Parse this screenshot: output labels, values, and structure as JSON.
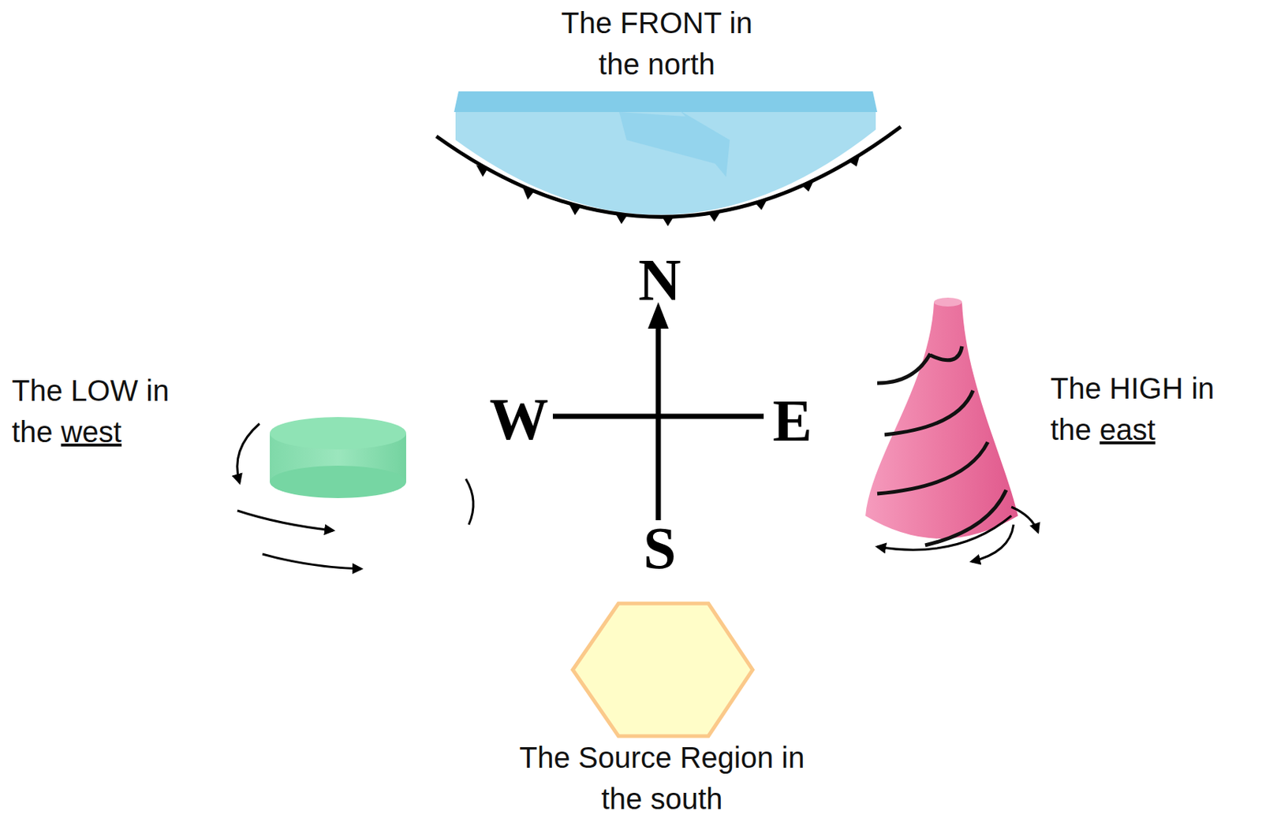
{
  "diagram": {
    "nodes": [
      {
        "text": [
          "The FRONT in the north"
        ]
      },
      {
        "text": [
          "The LOW in the west"
        ]
      },
      {
        "text": [
          "The HIGH in the east"
        ]
      },
      {
        "text": [
          "The Source Region in the south"
        ]
      }
    ],
    "labels": [
      "N",
      "W",
      "E",
      "S"
    ]
  }
}
